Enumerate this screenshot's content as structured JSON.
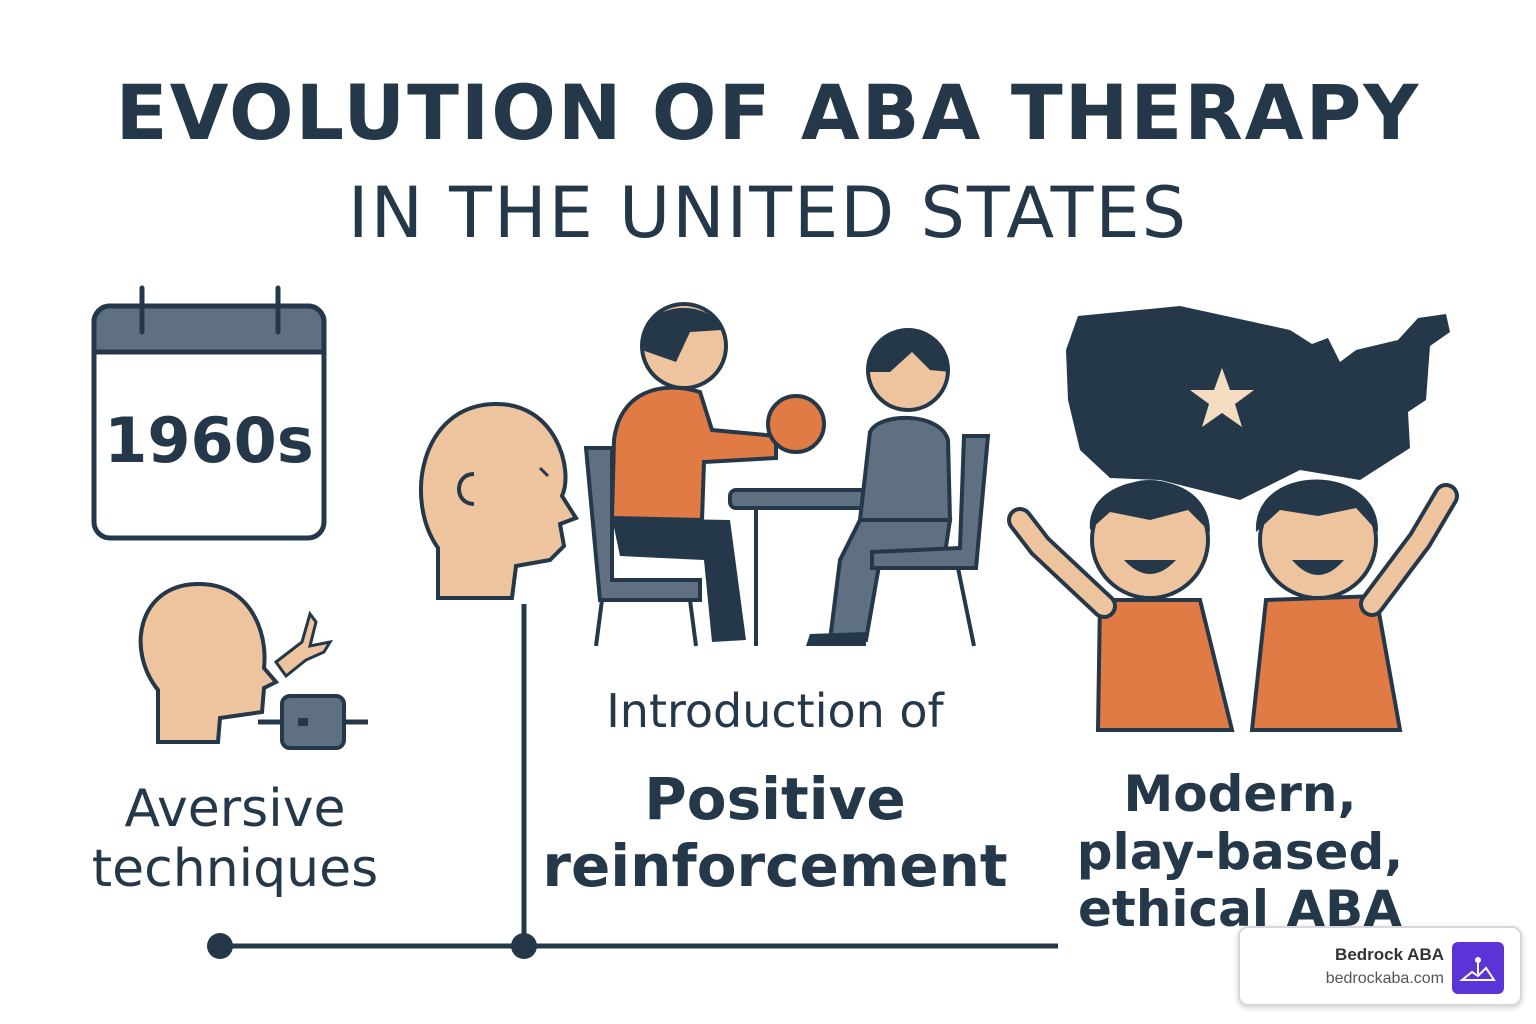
{
  "title": {
    "line1": "EVOLUTION OF ABA THERAPY",
    "line2": "IN THE UNITED STATES"
  },
  "calendar": {
    "year": "1960s"
  },
  "stages": {
    "aversive": "Aversive\ntechniques",
    "intro": "Introduction of",
    "positive": "Positive\nreinforcement",
    "modern": "Modern,\nplay-based,\nethical ABA"
  },
  "brand": {
    "name": "Bedrock ABA",
    "url": "bedrockaba.com"
  },
  "colors": {
    "navy": "#24384a",
    "orange": "#e07b45",
    "skin": "#eec49e",
    "slate": "#5f7180",
    "brand": "#5a34d6"
  },
  "icons": [
    "calendar-icon",
    "head-icon",
    "electric-device-icon",
    "therapy-session-icon",
    "usa-map-icon",
    "star-icon",
    "happy-children-icon",
    "brand-logo-icon"
  ]
}
